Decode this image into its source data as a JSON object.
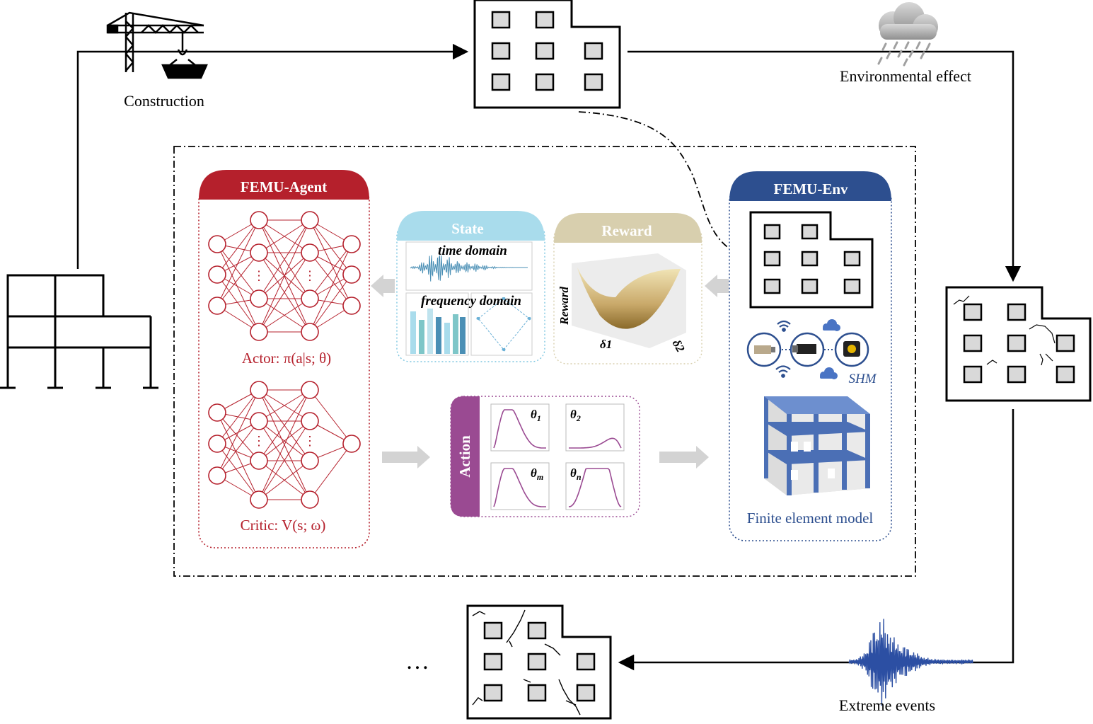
{
  "labels": {
    "construction": "Construction",
    "environmental": "Environmental effect",
    "extreme": "Extreme events",
    "ellipsis": "…"
  },
  "agent": {
    "title": "FEMU-Agent",
    "actor_prefix": "Actor: ",
    "actor_formula": "π(a|s; θ)",
    "critic_prefix": "Critic: ",
    "critic_formula": "V(s; ω)"
  },
  "state": {
    "title": "State",
    "time_label": "time domain",
    "freq_label": "frequency domain"
  },
  "reward": {
    "title": "Reward",
    "axis_z": "Reward",
    "axis_d1": "δ1",
    "axis_d2": "δ2"
  },
  "action": {
    "title": "Action",
    "params": [
      "θ1",
      "θ2",
      "θm",
      "θn"
    ]
  },
  "env": {
    "title": "FEMU-Env",
    "shm": "SHM",
    "fe_model": "Finite element model"
  },
  "colors": {
    "agent_red": "#b5202c",
    "env_blue": "#2d4f8f",
    "state_blue": "#a9dcec",
    "reward_tan": "#d8cfae",
    "action_purple": "#9a4a92",
    "arrow_gray": "#d3d3d3",
    "seismic_blue": "#2c4fa3"
  }
}
